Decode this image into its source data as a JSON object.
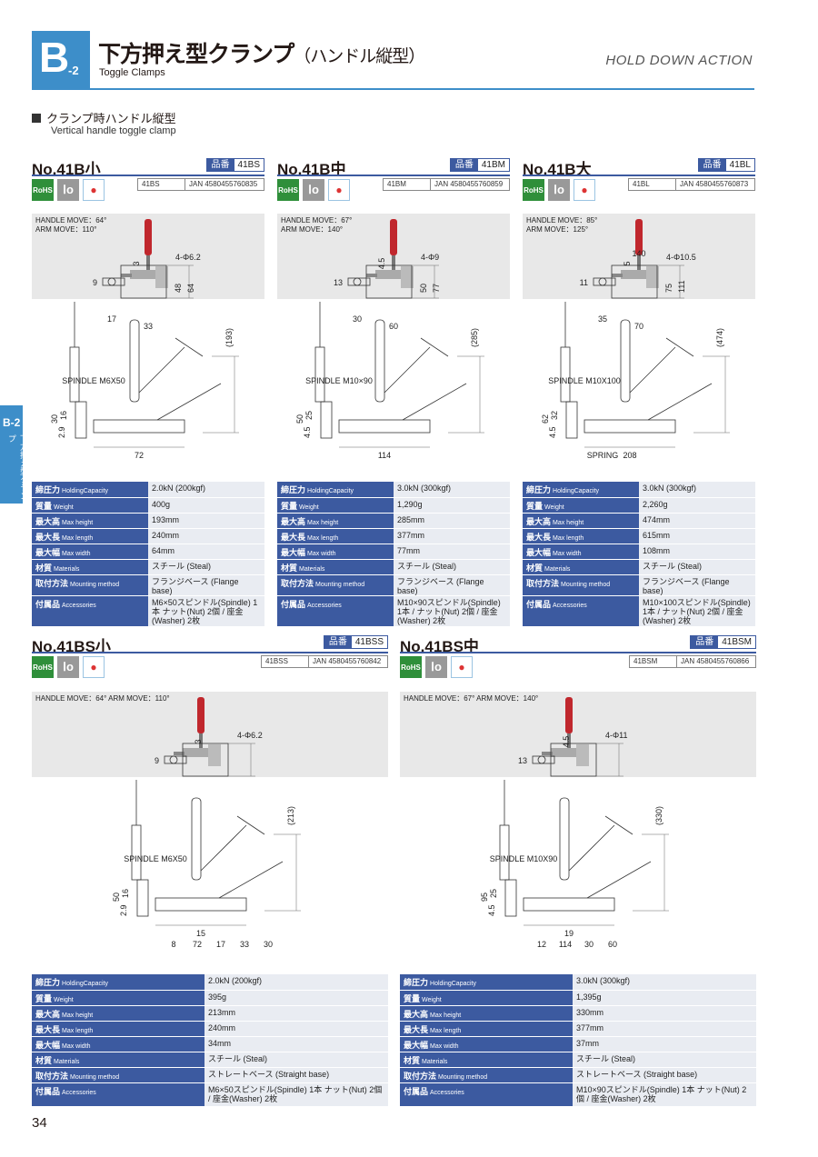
{
  "header": {
    "badge_letter": "B",
    "badge_num": "-2",
    "title": "下方押え型クランプ",
    "title_sub": "（ハンドル縦型）",
    "title_en": "Toggle Clamps",
    "action": "HOLD DOWN ACTION"
  },
  "section": {
    "title": "クランプ時ハンドル縦型",
    "title_en": "Vertical handle toggle clamp"
  },
  "side_tab": {
    "code": "B-2",
    "label": "下方押え型クランプ"
  },
  "page_number": "34",
  "products": [
    {
      "title": "No.41B小",
      "code_label": "品番",
      "code": "41BS",
      "jan_code": "41BS",
      "jan": "JAN 4580455760835",
      "handle_move": "HANDLE MOVE：64°",
      "arm_move": "ARM MOVE：110°",
      "dims": {
        "hole": "4-Φ6.2",
        "a": "9",
        "b": "3",
        "c": "48",
        "d": "64",
        "e": "17",
        "f": "33",
        "spindle": "SPINDLE M6X50",
        "g": "(193)",
        "h": "30",
        "i": "16",
        "j": "2.9",
        "k": "72"
      },
      "specs": [
        {
          "k": "締圧力",
          "ke": "HoldingCapacity",
          "v": "2.0kN (200kgf)"
        },
        {
          "k": "質量",
          "ke": "Weight",
          "v": "400g"
        },
        {
          "k": "最大高",
          "ke": "Max height",
          "v": "193mm"
        },
        {
          "k": "最大長",
          "ke": "Max length",
          "v": "240mm"
        },
        {
          "k": "最大幅",
          "ke": "Max width",
          "v": "64mm"
        },
        {
          "k": "材質",
          "ke": "Materials",
          "v": "スチール (Steal)"
        },
        {
          "k": "取付方法",
          "ke": "Mounting method",
          "v": "フランジベース (Flange base)"
        },
        {
          "k": "付属品",
          "ke": "Accessories",
          "v": "M6×50スピンドル(Spindle) 1本 ナット(Nut) 2個 / 座金(Washer) 2枚"
        }
      ]
    },
    {
      "title": "No.41B中",
      "code_label": "品番",
      "code": "41BM",
      "jan_code": "41BM",
      "jan": "JAN 4580455760859",
      "handle_move": "HANDLE MOVE：67°",
      "arm_move": "ARM MOVE：140°",
      "dims": {
        "hole": "4-Φ9",
        "a": "13",
        "b": "4.5",
        "c": "50",
        "d": "77",
        "e": "30",
        "f": "60",
        "spindle": "SPINDLE M10×90",
        "g": "(285)",
        "h": "50",
        "i": "25",
        "j": "4.5",
        "k": "114"
      },
      "specs": [
        {
          "k": "締圧力",
          "ke": "HoldingCapacity",
          "v": "3.0kN (300kgf)"
        },
        {
          "k": "質量",
          "ke": "Weight",
          "v": "1,290g"
        },
        {
          "k": "最大高",
          "ke": "Max height",
          "v": "285mm"
        },
        {
          "k": "最大長",
          "ke": "Max length",
          "v": "377mm"
        },
        {
          "k": "最大幅",
          "ke": "Max width",
          "v": "77mm"
        },
        {
          "k": "材質",
          "ke": "Materials",
          "v": "スチール (Steal)"
        },
        {
          "k": "取付方法",
          "ke": "Mounting method",
          "v": "フランジベース (Flange base)"
        },
        {
          "k": "付属品",
          "ke": "Accessories",
          "v": "M10×90スピンドル(Spindle) 1本 / ナット(Nut) 2個 / 座金 (Washer) 2枚"
        }
      ]
    },
    {
      "title": "No.41B大",
      "code_label": "品番",
      "code": "41BL",
      "jan_code": "41BL",
      "jan": "JAN 4580455760873",
      "handle_move": "HANDLE MOVE：85°",
      "arm_move": "ARM MOVE：125°",
      "dims": {
        "hole": "4-Φ10.5",
        "a": "11",
        "b": "5",
        "c": "75",
        "d": "111",
        "e": "35",
        "f": "70",
        "top": "140",
        "spindle": "SPINDLE M10X100",
        "g": "(474)",
        "h": "62",
        "i": "32",
        "j": "4.5",
        "k": "208",
        "spring": "SPRING"
      },
      "specs": [
        {
          "k": "締圧力",
          "ke": "HoldingCapacity",
          "v": "3.0kN (300kgf)"
        },
        {
          "k": "質量",
          "ke": "Weight",
          "v": "2,260g"
        },
        {
          "k": "最大高",
          "ke": "Max height",
          "v": "474mm"
        },
        {
          "k": "最大長",
          "ke": "Max length",
          "v": "615mm"
        },
        {
          "k": "最大幅",
          "ke": "Max width",
          "v": "108mm"
        },
        {
          "k": "材質",
          "ke": "Materials",
          "v": "スチール (Steal)"
        },
        {
          "k": "取付方法",
          "ke": "Mounting method",
          "v": "フランジベース (Flange base)"
        },
        {
          "k": "付属品",
          "ke": "Accessories",
          "v": "M10×100スピンドル(Spindle) 1本 / ナット(Nut) 2個 / 座金 (Washer) 2枚"
        }
      ]
    },
    {
      "title": "No.41BS小",
      "code_label": "品番",
      "code": "41BSS",
      "jan_code": "41BSS",
      "jan": "JAN 4580455760842",
      "handle_move": "HANDLE MOVE：64° ARM MOVE：110°",
      "arm_move": "",
      "dims": {
        "hole": "4-Φ6.2",
        "a": "9",
        "b": "3",
        "spindle": "SPINDLE M6X50",
        "g": "(213)",
        "h": "50",
        "i": "16",
        "j": "2.9",
        "k": "15",
        "l": "8",
        "m": "72",
        "n": "17",
        "o": "33",
        "p": "30"
      },
      "specs": [
        {
          "k": "締圧力",
          "ke": "HoldingCapacity",
          "v": "2.0kN (200kgf)"
        },
        {
          "k": "質量",
          "ke": "Weight",
          "v": "395g"
        },
        {
          "k": "最大高",
          "ke": "Max height",
          "v": "213mm"
        },
        {
          "k": "最大長",
          "ke": "Max length",
          "v": "240mm"
        },
        {
          "k": "最大幅",
          "ke": "Max width",
          "v": "34mm"
        },
        {
          "k": "材質",
          "ke": "Materials",
          "v": "スチール (Steal)"
        },
        {
          "k": "取付方法",
          "ke": "Mounting method",
          "v": "ストレートベース (Straight base)"
        },
        {
          "k": "付属品",
          "ke": "Accessories",
          "v": "M6×50スピンドル(Spindle) 1本 ナット(Nut) 2個 / 座金(Washer) 2枚"
        }
      ]
    },
    {
      "title": "No.41BS中",
      "code_label": "品番",
      "code": "41BSM",
      "jan_code": "41BSM",
      "jan": "JAN 4580455760866",
      "handle_move": "HANDLE MOVE：67° ARM MOVE：140°",
      "arm_move": "",
      "dims": {
        "hole": "4-Φ11",
        "a": "13",
        "b": "4.5",
        "spindle": "SPINDLE M10X90",
        "g": "(330)",
        "h": "95",
        "i": "25",
        "j": "4.5",
        "k": "19",
        "l": "12",
        "m": "114",
        "n": "30",
        "o": "60"
      },
      "specs": [
        {
          "k": "締圧力",
          "ke": "HoldingCapacity",
          "v": "3.0kN (300kgf)"
        },
        {
          "k": "質量",
          "ke": "Weight",
          "v": "1,395g"
        },
        {
          "k": "最大高",
          "ke": "Max height",
          "v": "330mm"
        },
        {
          "k": "最大長",
          "ke": "Max length",
          "v": "377mm"
        },
        {
          "k": "最大幅",
          "ke": "Max width",
          "v": "37mm"
        },
        {
          "k": "材質",
          "ke": "Materials",
          "v": "スチール (Steal)"
        },
        {
          "k": "取付方法",
          "ke": "Mounting method",
          "v": "ストレートベース (Straight base)"
        },
        {
          "k": "付属品",
          "ke": "Accessories",
          "v": "M10×90スピンドル(Spindle) 1本 ナット(Nut) 2個 / 座金(Washer) 2枚"
        }
      ]
    }
  ],
  "icons": {
    "rohs": "RoHS",
    "bolt": "Ⅰo",
    "badge": "●"
  },
  "colors": {
    "brand_blue": "#3d8ec9",
    "table_blue": "#3c5aa0",
    "handle_red": "#c0272d"
  }
}
